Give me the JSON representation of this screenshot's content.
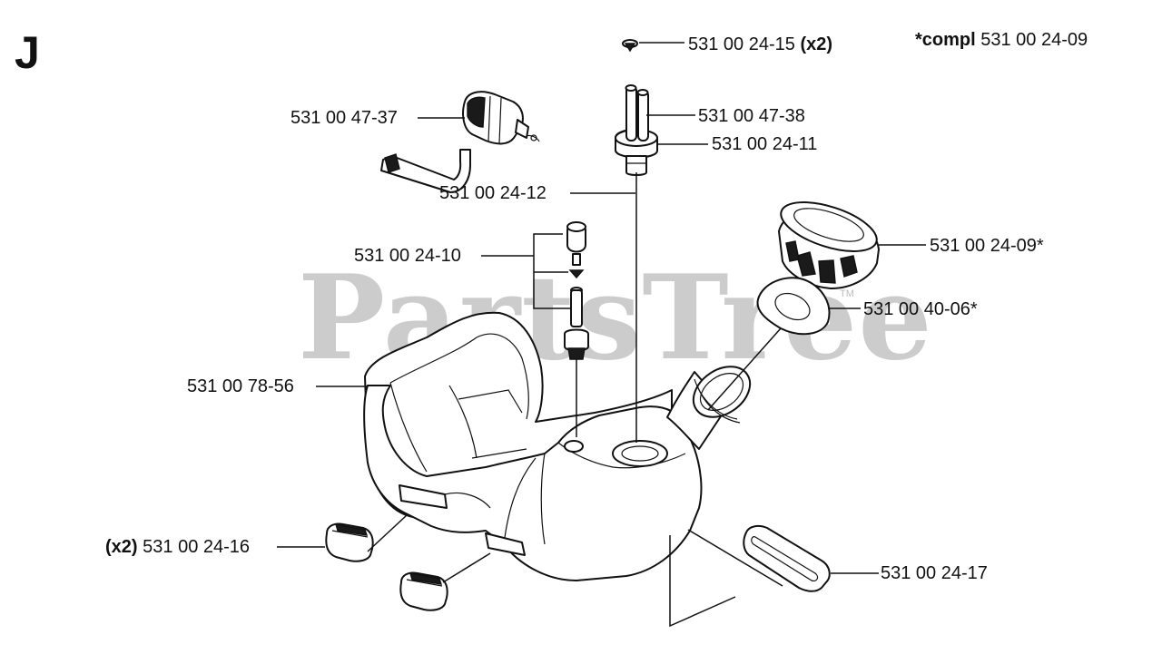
{
  "section_letter": "J",
  "watermark": {
    "text": "PartsTree",
    "trademark": "TM"
  },
  "compl": {
    "prefix": "*compl",
    "number": "531 00 24-09"
  },
  "parts": [
    {
      "id": "p1",
      "number": "531 00 24-15",
      "qty": "(x2)"
    },
    {
      "id": "p2",
      "number": "531 00 47-37"
    },
    {
      "id": "p3",
      "number": "531 00 47-38"
    },
    {
      "id": "p4",
      "number": "531 00 24-11"
    },
    {
      "id": "p5",
      "number": "531 00 24-12"
    },
    {
      "id": "p6",
      "number": "531 00 24-10"
    },
    {
      "id": "p7",
      "number": "531 00 24-09*"
    },
    {
      "id": "p8",
      "number": "531 00 40-06*"
    },
    {
      "id": "p9",
      "number": "531 00 78-56"
    },
    {
      "id": "p10",
      "number": "531 00 24-16",
      "qty": "(x2)"
    },
    {
      "id": "p11",
      "number": "531 00 24-17"
    }
  ],
  "colors": {
    "line": "#111111",
    "watermark": "#c4c4c4",
    "background": "#ffffff"
  }
}
